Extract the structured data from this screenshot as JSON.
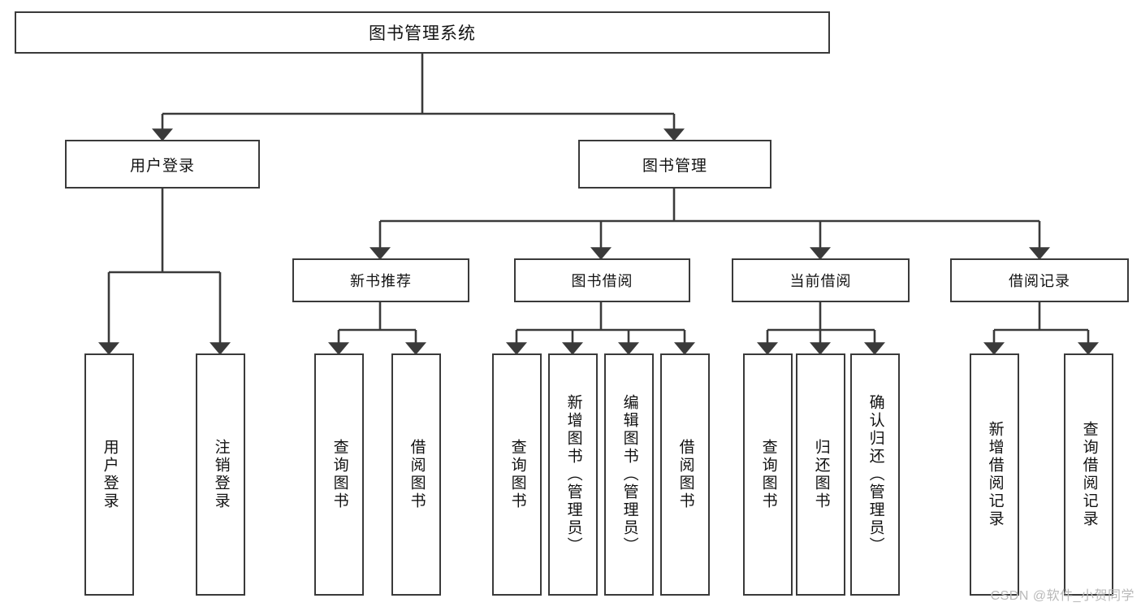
{
  "diagram": {
    "type": "tree-hierarchy-chart",
    "title": "图书管理系统",
    "watermark": "CSDN @软件_小贺同学",
    "colors": {
      "box_border": "#3a3a3a",
      "box_fill": "#ffffff",
      "connector": "#3a3a3a",
      "text": "#121212",
      "watermark": "#b9b9b9"
    },
    "root": {
      "label": "图书管理系统"
    },
    "level1": [
      {
        "label": "用户登录"
      },
      {
        "label": "图书管理"
      }
    ],
    "level2": [
      {
        "label": "新书推荐"
      },
      {
        "label": "图书借阅"
      },
      {
        "label": "当前借阅"
      },
      {
        "label": "借阅记录"
      }
    ],
    "leaves": {
      "user_login": [
        {
          "label": "用户登录"
        },
        {
          "label": "注销登录"
        }
      ],
      "new_book_recommend": [
        {
          "label": "查询图书"
        },
        {
          "label": "借阅图书"
        }
      ],
      "book_borrow": [
        {
          "label": "查询图书"
        },
        {
          "label": "新增图书（管理员）"
        },
        {
          "label": "编辑图书（管理员）"
        },
        {
          "label": "借阅图书"
        }
      ],
      "current_borrow": [
        {
          "label": "查询图书"
        },
        {
          "label": "归还图书"
        },
        {
          "label": "确认归还（管理员）"
        }
      ],
      "borrow_record": [
        {
          "label": "新增借阅记录"
        },
        {
          "label": "查询借阅记录"
        }
      ]
    }
  }
}
